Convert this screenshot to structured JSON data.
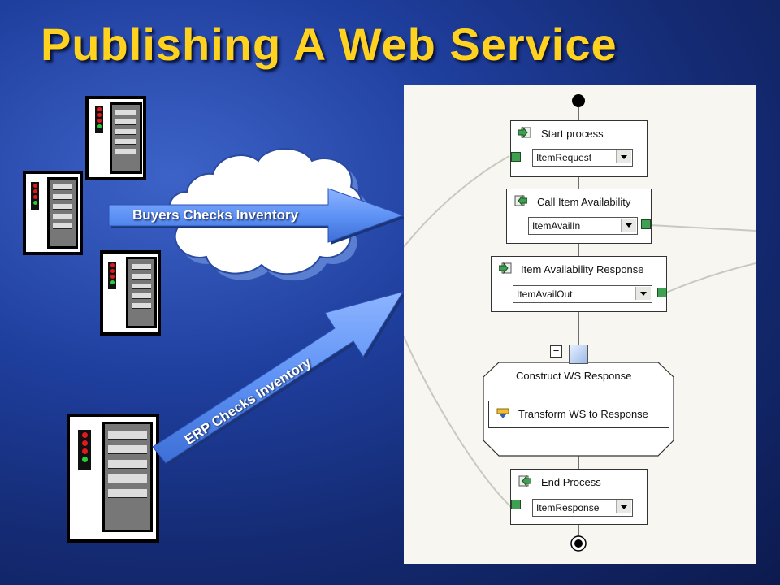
{
  "slide": {
    "title": "Publishing A Web Service"
  },
  "arrows": {
    "buyers_label": "Buyers Checks Inventory",
    "erp_label": "ERP Checks Inventory"
  },
  "orchestration": {
    "start_process": {
      "label": "Start process",
      "dropdown_value": "ItemRequest"
    },
    "call_item_availability": {
      "label": "Call Item Availability",
      "dropdown_value": "ItemAvailIn"
    },
    "item_availability_response": {
      "label": "Item Availability Response",
      "dropdown_value": "ItemAvailOut"
    },
    "construct_ws_response": {
      "label": "Construct WS Response",
      "collapse_symbol": "−"
    },
    "transform": {
      "label": "Transform WS to Response"
    },
    "end_process": {
      "label": "End Process",
      "dropdown_value": "ItemResponse"
    }
  },
  "colors": {
    "title": "#ffd21f",
    "arrow": "#5f93f5",
    "port": "#3ea050",
    "diagram_bg": "#f7f6f1"
  },
  "icons": [
    "server-icon",
    "cloud-icon",
    "receive-shape-icon",
    "send-shape-icon",
    "transform-icon",
    "message-construct-icon"
  ]
}
